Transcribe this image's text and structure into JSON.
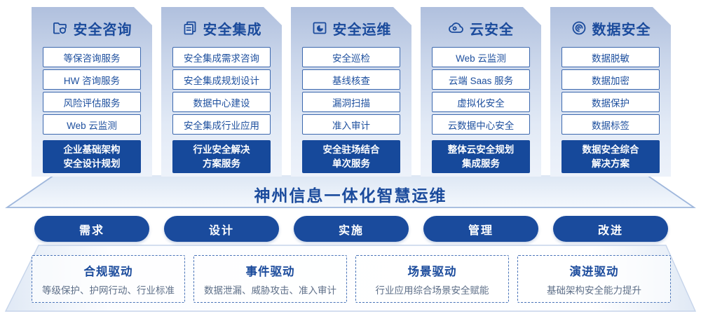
{
  "banner": {
    "title": "神州信息一体化智慧运维"
  },
  "columns": [
    {
      "icon": "folder-shield-icon",
      "title": "安全咨询",
      "items": [
        "等保咨询服务",
        "HW 咨询服务",
        "风险评估服务",
        "Web 云监测"
      ],
      "footer_lines": [
        "企业基础架构",
        "安全设计规划"
      ]
    },
    {
      "icon": "stacked-documents-icon",
      "title": "安全集成",
      "items": [
        "安全集成需求咨询",
        "安全集成规划设计",
        "数据中心建设",
        "安全集成行业应用"
      ],
      "footer_lines": [
        "行业安全解决",
        "方案服务"
      ]
    },
    {
      "icon": "pie-chart-box-icon",
      "title": "安全运维",
      "items": [
        "安全巡检",
        "基线核查",
        "漏洞扫描",
        "准入审计"
      ],
      "footer_lines": [
        "安全驻场结合",
        "单次服务"
      ]
    },
    {
      "icon": "cloud-icon",
      "title": "云安全",
      "items": [
        "Web 云监测",
        "云端 Saas 服务",
        "虚拟化安全",
        "云数据中心安全"
      ],
      "footer_lines": [
        "整体云安全规划",
        "集成服务"
      ]
    },
    {
      "icon": "fingerprint-icon",
      "title": "数据安全",
      "items": [
        "数据脱敏",
        "数据加密",
        "数据保护",
        "数据标签"
      ],
      "footer_lines": [
        "数据安全综合",
        "解决方案"
      ]
    }
  ],
  "process_pills": [
    "需求",
    "设计",
    "实施",
    "管理",
    "改进"
  ],
  "drivers": [
    {
      "title": "合规驱动",
      "desc": "等级保护、护网行动、行业标准"
    },
    {
      "title": "事件驱动",
      "desc": "数据泄漏、威胁攻击、准入审计"
    },
    {
      "title": "场景驱动",
      "desc": "行业应用综合场景安全赋能"
    },
    {
      "title": "演进驱动",
      "desc": "基础架构安全能力提升"
    }
  ],
  "colors": {
    "primary": "#1B4B9C",
    "footer_bg": "#16499B",
    "item_border": "#3C68AE",
    "desc_text": "#5E6F88"
  }
}
